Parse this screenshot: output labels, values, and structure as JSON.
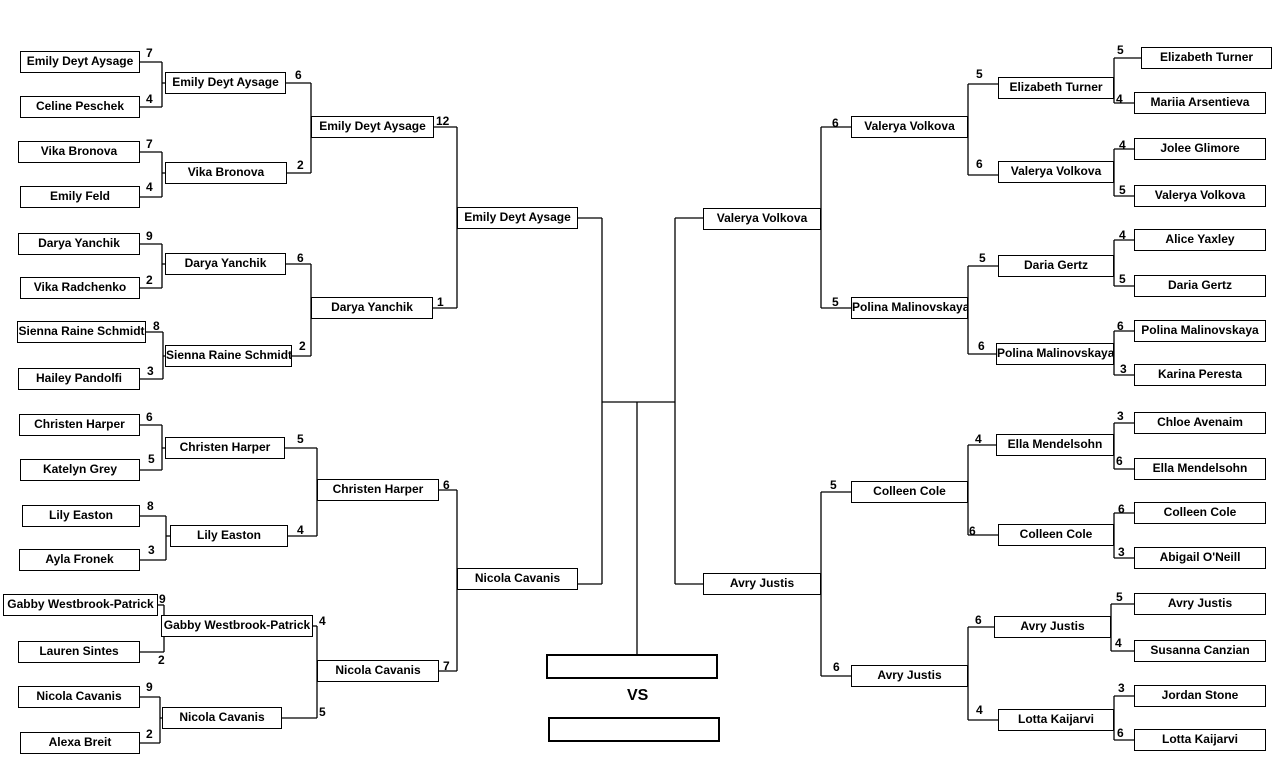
{
  "bracket": {
    "r1": [
      {
        "name": "Emily Deyt Aysage",
        "score": "7"
      },
      {
        "name": "Celine Peschek",
        "score": "4"
      },
      {
        "name": "Vika Bronova",
        "score": "7"
      },
      {
        "name": "Emily Feld",
        "score": "4"
      },
      {
        "name": "Darya Yanchik",
        "score": "9"
      },
      {
        "name": "Vika Radchenko",
        "score": "2"
      },
      {
        "name": "Sienna Raine Schmidt",
        "score": "8"
      },
      {
        "name": "Hailey Pandolfi",
        "score": "3"
      },
      {
        "name": "Christen Harper",
        "score": "6"
      },
      {
        "name": "Katelyn Grey",
        "score": "5"
      },
      {
        "name": "Lily Easton",
        "score": "8"
      },
      {
        "name": "Ayla Fronek",
        "score": "3"
      },
      {
        "name": "Gabby Westbrook-Patrick",
        "score": "9"
      },
      {
        "name": "Lauren Sintes",
        "score": "2"
      },
      {
        "name": "Nicola Cavanis",
        "score": "9"
      },
      {
        "name": "Alexa Breit",
        "score": "2"
      },
      {
        "name": "Elizabeth Turner",
        "score": "5"
      },
      {
        "name": "Mariia Arsentieva",
        "score": "4"
      },
      {
        "name": "Jolee Glimore",
        "score": "4"
      },
      {
        "name": "Valerya Volkova",
        "score": "5"
      },
      {
        "name": "Alice Yaxley",
        "score": "4"
      },
      {
        "name": "Daria Gertz",
        "score": "5"
      },
      {
        "name": "Polina Malinovskaya",
        "score": "6"
      },
      {
        "name": "Karina Peresta",
        "score": "3"
      },
      {
        "name": "Chloe Avenaim",
        "score": "3"
      },
      {
        "name": "Ella Mendelsohn",
        "score": "6"
      },
      {
        "name": "Colleen Cole",
        "score": "6"
      },
      {
        "name": "Abigail O'Neill",
        "score": "3"
      },
      {
        "name": "Avry Justis",
        "score": "5"
      },
      {
        "name": "Susanna Canzian",
        "score": "4"
      },
      {
        "name": "Jordan Stone",
        "score": "3"
      },
      {
        "name": "Lotta Kaijarvi",
        "score": "6"
      }
    ],
    "r2": [
      {
        "name": "Emily Deyt Aysage",
        "score": "6"
      },
      {
        "name": "Vika Bronova",
        "score": "2"
      },
      {
        "name": "Darya Yanchik",
        "score": "6"
      },
      {
        "name": "Sienna Raine Schmidt",
        "score": "2"
      },
      {
        "name": "Christen Harper",
        "score": "5"
      },
      {
        "name": "Lily Easton",
        "score": "4"
      },
      {
        "name": "Gabby Westbrook-Patrick",
        "score": "4"
      },
      {
        "name": "Nicola Cavanis",
        "score": "5"
      },
      {
        "name": "Elizabeth Turner",
        "score": "5"
      },
      {
        "name": "Valerya Volkova",
        "score": "6"
      },
      {
        "name": "Daria Gertz",
        "score": "5"
      },
      {
        "name": "Polina Malinovskaya",
        "score": "6"
      },
      {
        "name": "Ella Mendelsohn",
        "score": "4"
      },
      {
        "name": "Colleen Cole",
        "score": "6"
      },
      {
        "name": "Avry Justis",
        "score": "6"
      },
      {
        "name": "Lotta Kaijarvi",
        "score": "4"
      }
    ],
    "r3": [
      {
        "name": "Emily Deyt Aysage",
        "score": "12"
      },
      {
        "name": "Darya Yanchik",
        "score": "1"
      },
      {
        "name": "Christen Harper",
        "score": "6"
      },
      {
        "name": "Nicola Cavanis",
        "score": "7"
      },
      {
        "name": "Valerya Volkova",
        "score": "6"
      },
      {
        "name": "Polina Malinovskaya",
        "score": "5"
      },
      {
        "name": "Colleen Cole",
        "score": "5"
      },
      {
        "name": "Avry Justis",
        "score": "6"
      }
    ],
    "r4": [
      {
        "name": "Emily Deyt Aysage"
      },
      {
        "name": "Nicola Cavanis"
      },
      {
        "name": "Valerya Volkova"
      },
      {
        "name": "Avry Justis"
      }
    ],
    "final": {
      "vs_label": "VS",
      "top": "",
      "bottom": ""
    }
  }
}
